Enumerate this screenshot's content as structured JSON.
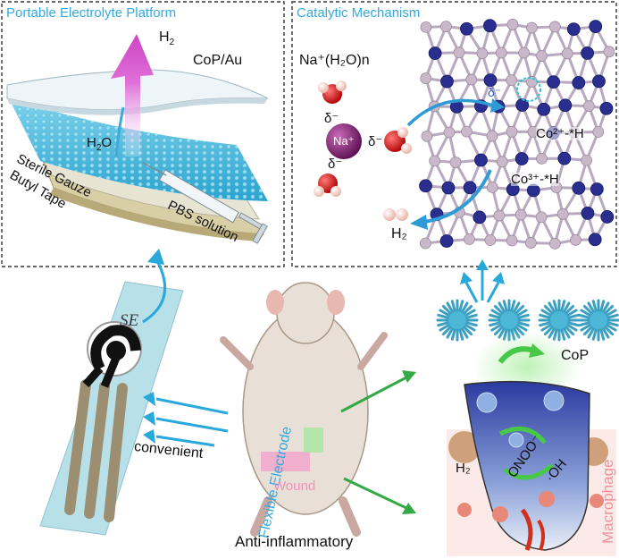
{
  "left_panel": {
    "title": "Portable Electrolyte Platform",
    "labels": {
      "h2": "H",
      "h2_sub": "2",
      "cop_au": "CoP/Au",
      "h2o": "H",
      "h2o_sub": "2",
      "h2o_o": "O",
      "sterile_gauze": "Sterile Gauze",
      "butyl_tape": "Butyl Tape",
      "pbs": "PBS solution"
    }
  },
  "right_panel": {
    "title": "Catalytic Mechanism",
    "labels": {
      "na_cluster": "Na⁺(H₂O)n",
      "delta_minus": "δ⁻",
      "na_ion": "Na⁺",
      "co2h": "Co²⁺-*H",
      "co3h": "Co³⁺-*H",
      "h2": "H₂"
    }
  },
  "bottom": {
    "electrode_logo": "SE",
    "convenient": "convenient",
    "flexible_electrode": "Flexible Electrode",
    "wound": "Wound",
    "anti_inflammatory": "Anti-inflammatory",
    "cop": "CoP",
    "h2": "H₂",
    "onoo": "ONOO⁻",
    "oh": "·OH",
    "macrophage": "Macrophage"
  },
  "colors": {
    "accent_blue": "#35a9dd",
    "panel_border": "#333333",
    "green_arrow": "#33aa44",
    "pink": "#f08ea0",
    "co_atom": "#2a2f8f",
    "p_atom": "#c9b8c9",
    "na_atom": "#7a1e6e",
    "o_atom": "#dd2222"
  }
}
